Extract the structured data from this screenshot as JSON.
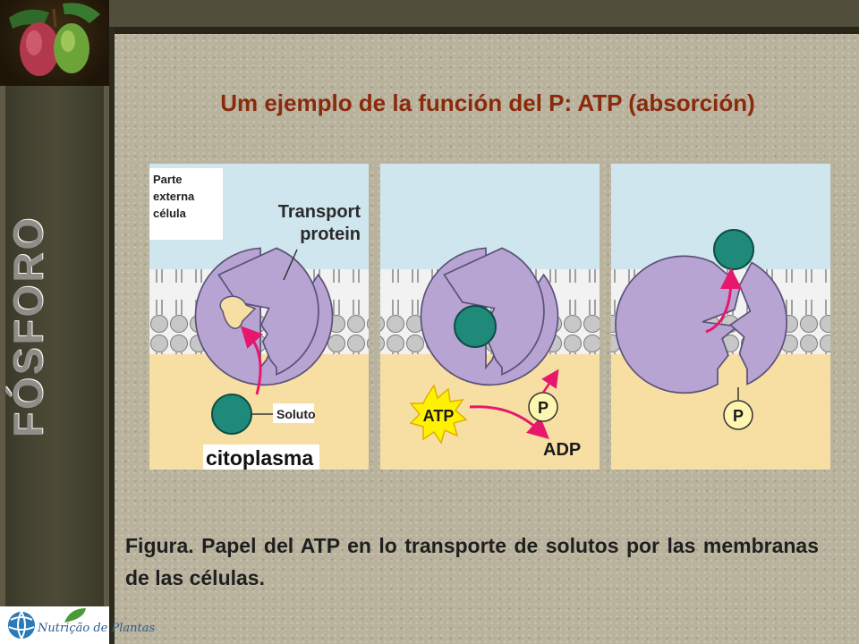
{
  "slide": {
    "title": "Um ejemplo de la función del P: ATP (absorción)",
    "side_label": "FÓSFORO",
    "caption": "Figura. Papel del ATP en lo transporte de solutos por las membranas de las células."
  },
  "diagram": {
    "outside_label": [
      "Parte",
      "externa",
      "célula"
    ],
    "protein_label": [
      "Transport",
      "protein"
    ],
    "solute_label": "Soluto",
    "cytoplasm_label": "citoplasma",
    "atp_label": "ATP",
    "adp_label": "ADP",
    "phosphate_label": "P",
    "colors": {
      "extracellular": "#cfe6ee",
      "cytoplasm": "#f7dea3",
      "protein": "#b7a4d3",
      "solute": "#1f8a7a",
      "arrow": "#e5186d",
      "atp_star": "#fff200"
    }
  },
  "logo": {
    "text": "Nutrição de Plantas"
  }
}
